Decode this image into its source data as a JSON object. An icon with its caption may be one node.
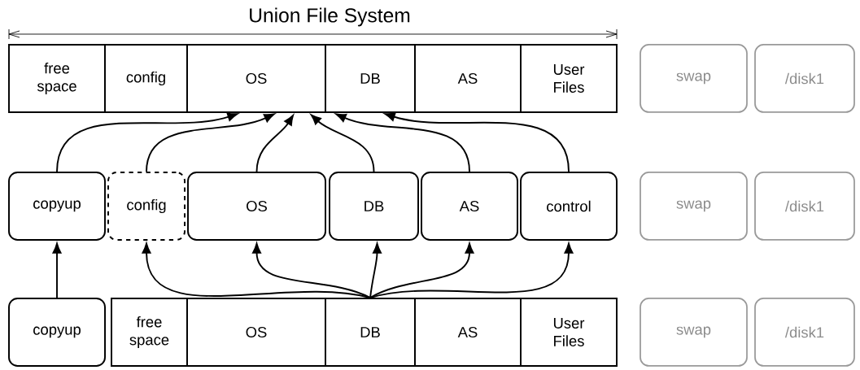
{
  "diagram": {
    "nodes": [
      {
        "text": [
          "free space"
        ]
      },
      {
        "text": [
          "config"
        ]
      },
      {
        "text": [
          "OS"
        ]
      },
      {
        "text": [
          "DB"
        ]
      },
      {
        "text": [
          "AS"
        ]
      },
      {
        "text": [
          "User Files"
        ]
      },
      {
        "text": [
          "swap"
        ]
      },
      {
        "text": [
          "/disk1"
        ]
      },
      {
        "text": [
          "copyup"
        ]
      },
      {
        "text": [
          "config"
        ]
      },
      {
        "text": [
          "OS"
        ]
      },
      {
        "text": [
          "DB"
        ]
      },
      {
        "text": [
          "AS"
        ]
      },
      {
        "text": [
          "control"
        ]
      },
      {
        "text": [
          "swap"
        ]
      },
      {
        "text": [
          "/disk1"
        ]
      },
      {
        "text": [
          "copyup"
        ]
      },
      {
        "text": [
          "free space"
        ]
      },
      {
        "text": [
          "OS"
        ]
      },
      {
        "text": [
          "DB"
        ]
      },
      {
        "text": [
          "AS"
        ]
      },
      {
        "text": [
          "User Files"
        ]
      },
      {
        "text": [
          "swap"
        ]
      },
      {
        "text": [
          "/disk1"
        ]
      }
    ],
    "edges": [
      {
        "from": 8,
        "to": 2,
        "arrow": "to"
      },
      {
        "from": 9,
        "to": 2,
        "arrow": "to"
      },
      {
        "from": 10,
        "to": 2,
        "arrow": "to"
      },
      {
        "from": 11,
        "to": 2,
        "arrow": "to"
      },
      {
        "from": 12,
        "to": 3,
        "arrow": "to"
      },
      {
        "from": 13,
        "to": 3,
        "arrow": "to"
      },
      {
        "from": 19,
        "to": 9,
        "arrow": "to"
      },
      {
        "from": 19,
        "to": 10,
        "arrow": "to"
      },
      {
        "from": 19,
        "to": 11,
        "arrow": "to"
      },
      {
        "from": 19,
        "to": 12,
        "arrow": "to"
      },
      {
        "from": 19,
        "to": 13,
        "arrow": "to"
      },
      {
        "from": 16,
        "to": 8,
        "arrow": "to"
      }
    ],
    "labels": [
      "Union File System"
    ]
  }
}
